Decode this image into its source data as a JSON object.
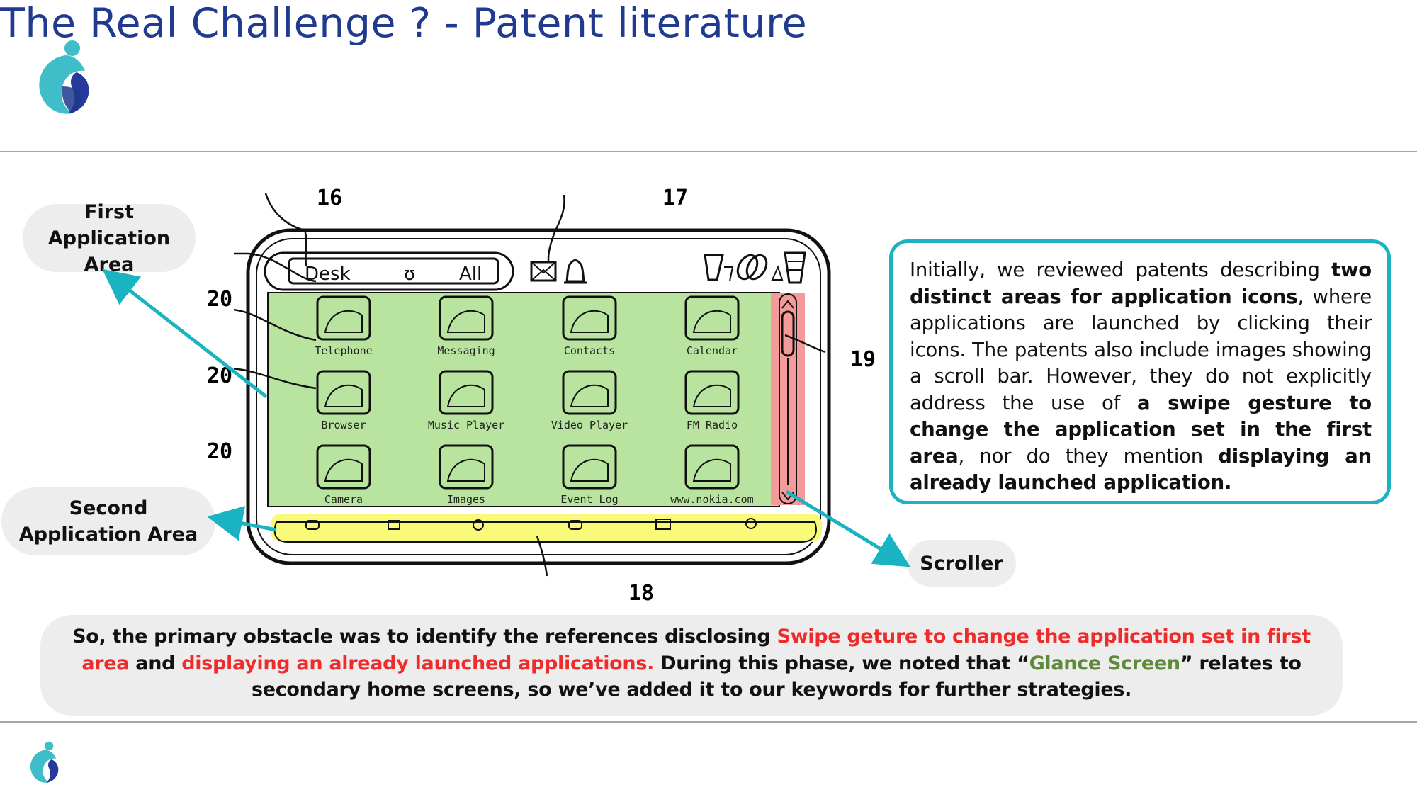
{
  "header": {
    "title": "The Real Challenge ? - Patent literature"
  },
  "labels": {
    "first_area": "First Application Area",
    "second_area": "Second Application Area",
    "scroller": "Scroller"
  },
  "patent_figure": {
    "ref_numbers": [
      "16",
      "17",
      "20",
      "20",
      "20",
      "19",
      "18"
    ],
    "tab_desk": "Desk",
    "tab_all": "All",
    "apps": [
      "Telephone",
      "Messaging",
      "Contacts",
      "Calendar",
      "Browser",
      "Music Player",
      "Video Player",
      "FM Radio",
      "Camera",
      "Images",
      "Event Log",
      "www.nokia.com"
    ]
  },
  "note": {
    "p1": "Initially, we reviewed patents describing ",
    "b1": "two distinct areas for application icons",
    "p2": ", where applications are launched by clicking their icons. The patents also include images showing a scroll bar. However, they do not explicitly address the use of ",
    "b2": "a swipe gesture to change the application set in the first area",
    "p3": ", nor do they mention ",
    "b3": "displaying an already launched application."
  },
  "summary": {
    "t1": "So, the primary obstacle was to identify the references disclosing ",
    "r1": "Swipe geture to change the application set in first area",
    "t2": " and ",
    "r2": "displaying an already launched applications.",
    "t3": " During this phase, we noted that “",
    "g1": "Glance Screen",
    "t4": "” relates to secondary home screens, so we’ve added it to our keywords for further strategies."
  },
  "colors": {
    "accent": "#1ab3c2",
    "title": "#1f3a8f",
    "red": "#ee2c2c",
    "green": "#5e8a3a",
    "first_area_fill": "#b9e4a0",
    "second_area_fill": "#fafa7a",
    "scroller_fill": "#f49a9a"
  }
}
